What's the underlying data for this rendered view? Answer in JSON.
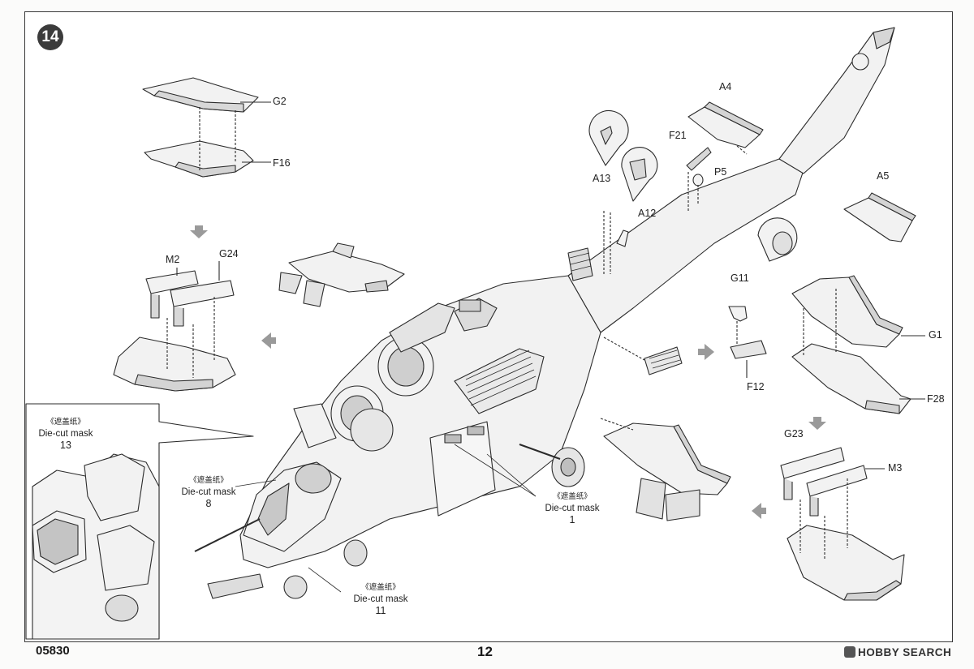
{
  "step": {
    "number": "14"
  },
  "footer": {
    "product_code": "05830",
    "page_number": "12",
    "brand": "HOBBY SEARCH"
  },
  "part_labels": {
    "g2": "G2",
    "f16": "F16",
    "m2": "M2",
    "g24": "G24",
    "a4": "A4",
    "f21": "F21",
    "p5": "P5",
    "a13": "A13",
    "a12": "A12",
    "a5": "A5",
    "g11": "G11",
    "f12": "F12",
    "g1": "G1",
    "f28": "F28",
    "g23": "G23",
    "m3": "M3"
  },
  "masks": {
    "m13": {
      "cn": "《遮盖纸》",
      "en": "Die-cut mask",
      "num": "13"
    },
    "m8": {
      "cn": "《遮盖纸》",
      "en": "Die-cut mask",
      "num": "8"
    },
    "m1": {
      "cn": "《遮盖纸》",
      "en": "Die-cut mask",
      "num": "1"
    },
    "m11": {
      "cn": "《遮盖纸》",
      "en": "Die-cut mask",
      "num": "11"
    }
  },
  "colors": {
    "line": "#2b2b2b",
    "fill": "#f2f2f2",
    "shade": "#cfcfcf",
    "arrow": "#9a9a9a"
  }
}
